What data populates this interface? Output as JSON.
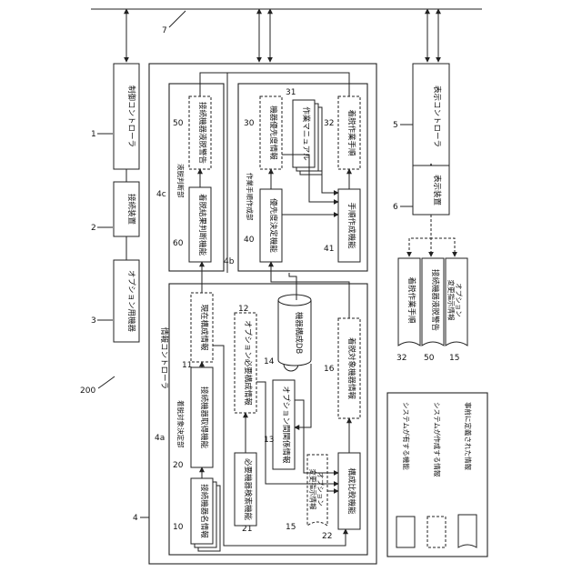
{
  "numbers": {
    "n200": "200",
    "n7": "7",
    "n1": "1",
    "n2": "2",
    "n3": "3",
    "n4": "4",
    "n4a": "4a",
    "n4b": "4b",
    "n4c": "4c",
    "n5": "5",
    "n6": "6",
    "n10": "10",
    "n11": "11",
    "n12": "12",
    "n13": "13",
    "n14": "14",
    "n15a": "15",
    "n15b": "15",
    "n16": "16",
    "n20": "20",
    "n21": "21",
    "n22": "22",
    "n30": "30",
    "n31": "31",
    "n32a": "32",
    "n32b": "32",
    "n40": "40",
    "n41": "41",
    "n50a": "50",
    "n50b": "50",
    "n60": "60"
  },
  "labels": {
    "control_controller": "制御コントローラ",
    "connection_device": "接続装置",
    "option_device": "オプション用機器",
    "info_controller": "情報コントローラ",
    "removal_target_unit": "着脱対象決定部",
    "procedure_unit": "作業手順作成部",
    "disconnect_unit": "液脱判断部",
    "display_controller": "表示コントローラ",
    "display_device": "表示装置",
    "connected_names": "接続機器名情報",
    "acquire_func": "接続機器取得機能",
    "required_detect": "必要機器検索機能",
    "config_compare": "構成比較機能",
    "option_change": "オプション\n変更指示情報",
    "current_config": "現在構成情報",
    "option_required": "オプション必要構成情報",
    "option_relation": "オプション間関係情報",
    "device_config_db": "機器構成DB",
    "removal_target_info": "着脱対象機器情報",
    "priority_func": "優先度決定機能",
    "procedure_func": "手順作成機能",
    "priority_info": "機器優先度情報",
    "work_manual": "作業マニュアル",
    "removal_steps": "着脱作業手順",
    "result_judge": "着脱結果判断機能",
    "disconnect_warning": "接続機器液脱警告",
    "out_steps": "着脱作業手順",
    "out_warning": "接続機器液脱警告",
    "out_option": "オプション\n変更指示情報",
    "legend_system": "システムが有する機能",
    "legend_created": "システムが作成する情報",
    "legend_predefined": "事前に定義された情報"
  }
}
